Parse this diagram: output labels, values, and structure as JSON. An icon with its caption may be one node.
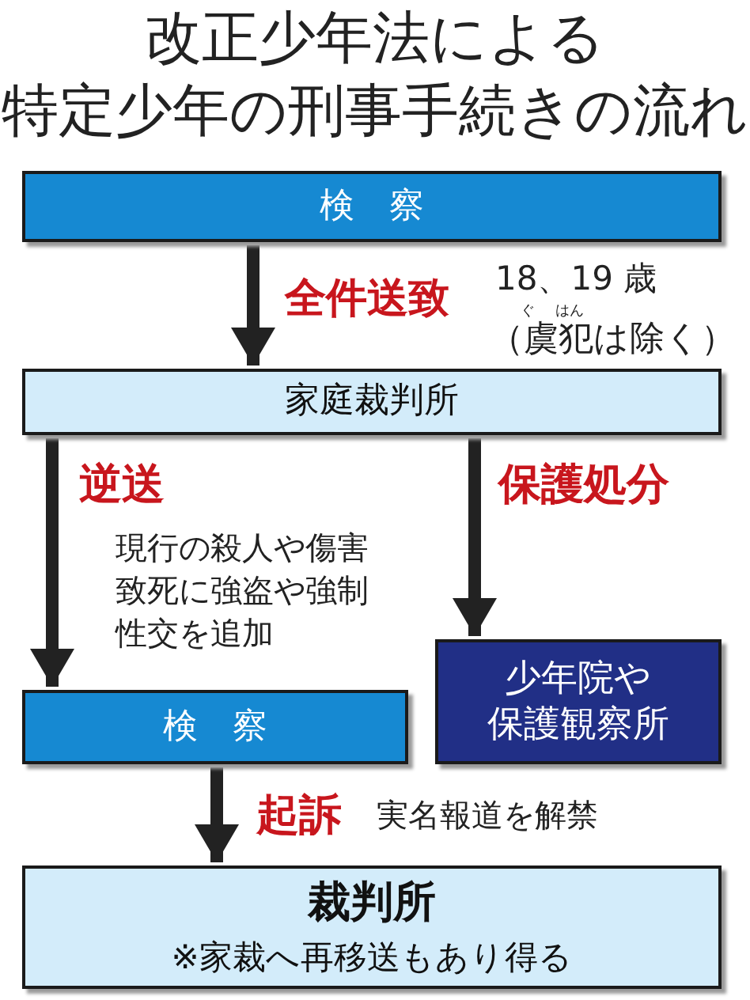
{
  "diagram": {
    "title": "改正少年法による特定少年の刑事手続きの流れ",
    "nodes": [
      {
        "text": [
          "検察"
        ]
      },
      {
        "text": [
          "家庭裁判所"
        ]
      },
      {
        "text": [
          "検察"
        ]
      },
      {
        "text": [
          "少年院や保護観察所"
        ]
      },
      {
        "text": [
          "裁判所",
          "※家裁へ再移送もあり得る"
        ]
      }
    ],
    "edges": [
      {
        "from": 0,
        "to": 1,
        "arrow": "to",
        "label": "全件送致"
      },
      {
        "from": 1,
        "to": 2,
        "arrow": "to",
        "label": "逆送"
      },
      {
        "from": 1,
        "to": 3,
        "arrow": "to",
        "label": "保護処分"
      },
      {
        "from": 2,
        "to": 4,
        "arrow": "to",
        "label": "起訴"
      }
    ],
    "labels": [
      "18、19 歳",
      "ぐ",
      "はん",
      "（虞犯は除く）",
      "現行の殺人や傷害致死に強盗や強制性交を追加",
      "実名報道を解禁"
    ]
  }
}
